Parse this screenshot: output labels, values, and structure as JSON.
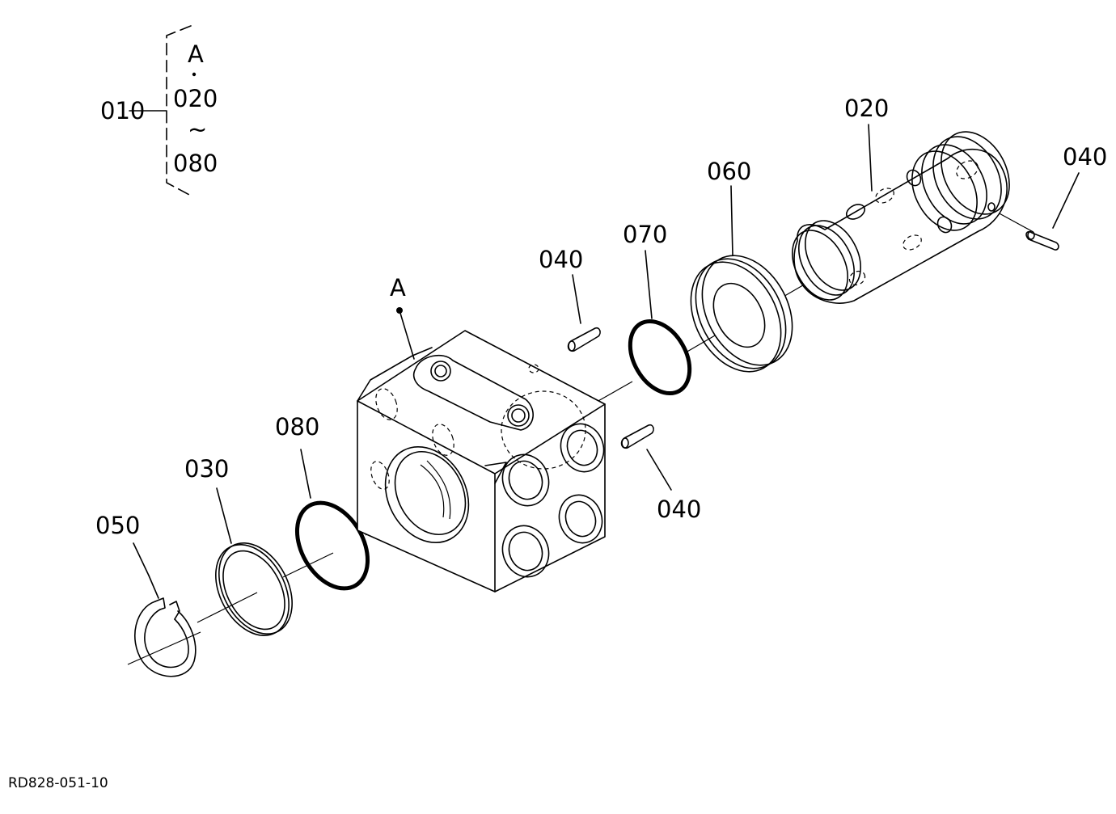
{
  "group": {
    "main_label": "010",
    "items": [
      "A",
      "020",
      "~",
      "080"
    ]
  },
  "callouts": {
    "a_label": "A",
    "p020": "020",
    "p040_top_right": "040",
    "p060": "060",
    "p070": "070",
    "p040_mid_upper": "040",
    "p040_mid_lower": "040",
    "p080": "080",
    "p030": "030",
    "p050": "050"
  },
  "reference_code": "RD828-051-10"
}
